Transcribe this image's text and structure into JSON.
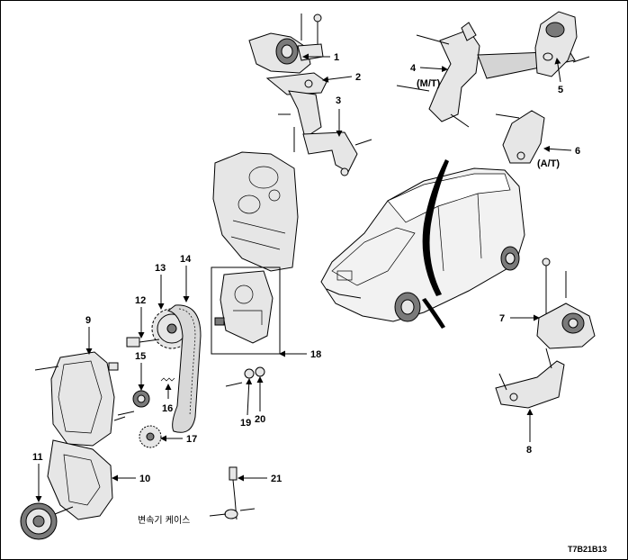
{
  "diagram": {
    "code": "T7B21B13",
    "callouts": [
      {
        "id": "c1",
        "num": "1"
      },
      {
        "id": "c2",
        "num": "2"
      },
      {
        "id": "c3",
        "num": "3"
      },
      {
        "id": "c4",
        "num": "4"
      },
      {
        "id": "c5",
        "num": "5"
      },
      {
        "id": "c6",
        "num": "6"
      },
      {
        "id": "c7",
        "num": "7"
      },
      {
        "id": "c8",
        "num": "8"
      },
      {
        "id": "c9",
        "num": "9"
      },
      {
        "id": "c10",
        "num": "10"
      },
      {
        "id": "c11",
        "num": "11"
      },
      {
        "id": "c12",
        "num": "12"
      },
      {
        "id": "c13",
        "num": "13"
      },
      {
        "id": "c14",
        "num": "14"
      },
      {
        "id": "c15",
        "num": "15"
      },
      {
        "id": "c16",
        "num": "16"
      },
      {
        "id": "c17",
        "num": "17"
      },
      {
        "id": "c18",
        "num": "18"
      },
      {
        "id": "c19",
        "num": "19"
      },
      {
        "id": "c20",
        "num": "20"
      },
      {
        "id": "c21",
        "num": "21"
      }
    ],
    "notes": {
      "mt": "(M/T)",
      "at": "(A/T)",
      "transmission_case": "변속기 케이스"
    }
  }
}
